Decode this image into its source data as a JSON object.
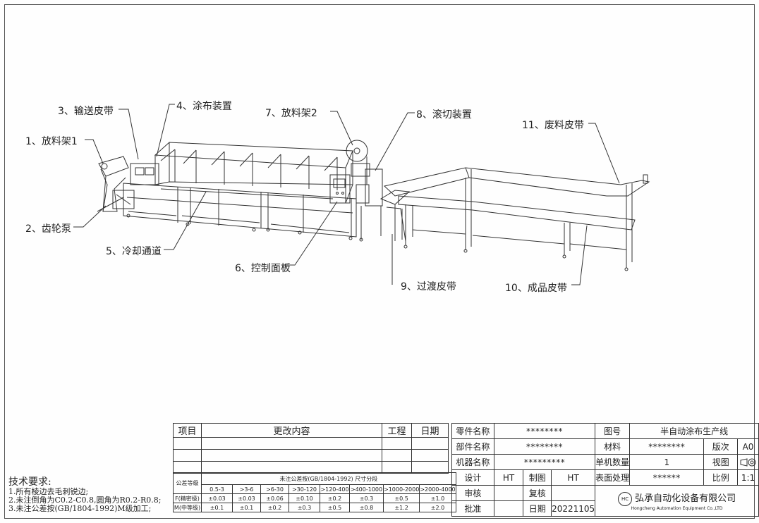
{
  "callouts": {
    "c1": "1、放料架1",
    "c2": "2、齿轮泵",
    "c3": "3、输送皮带",
    "c4": "4、涂布装置",
    "c5": "5、冷却通道",
    "c6": "6、控制面板",
    "c7": "7、放料架2",
    "c8": "8、滚切装置",
    "c9": "9、过渡皮带",
    "c10": "10、成品皮带",
    "c11": "11、废料皮带"
  },
  "tech": {
    "title": "技术要求:",
    "line1": "1.所有棱边去毛刺锐边;",
    "line2": "2.未注倒角为C0.2-C0.8,圆角为R0.2-R0.8;",
    "line3": "3.未注公差按(GB/1804-1992)M级加工;"
  },
  "revision": {
    "h_item": "项目",
    "h_change": "更改内容",
    "h_eng": "工程",
    "h_date": "日期"
  },
  "tolerance": {
    "grade_label": "公差等级",
    "header": "未注公差按(GB/1804-1992)    尺寸分段",
    "ranges": [
      "0.5-3",
      ">3-6",
      ">6-30",
      ">30-120",
      ">120-400",
      ">400-1000",
      ">1000-2000",
      ">2000-4000"
    ],
    "f_label": "F(精密级)",
    "f_values": [
      "±0.03",
      "±0.03",
      "±0.06",
      "±0.10",
      "±0.2",
      "±0.3",
      "±0.5",
      "±1.0"
    ],
    "m_label": "M(中等级)",
    "m_values": [
      "±0.1",
      "±0.1",
      "±0.2",
      "±0.3",
      "±0.5",
      "±0.8",
      "±1.2",
      "±2.0"
    ]
  },
  "title_block": {
    "part_name_label": "零件名称",
    "part_name": "********",
    "component_label": "部件名称",
    "component": "********",
    "machine_label": "机器名称",
    "machine": "*********",
    "design_label": "设计",
    "design": "HT",
    "draft_label": "制图",
    "draft": "HT",
    "review_label": "审核",
    "check_label": "复核",
    "approve_label": "批准",
    "date_label": "日期",
    "date": "20221105",
    "drawing_no_label": "图号",
    "drawing_no": "半自动涂布生产线",
    "material_label": "材料",
    "material": "********",
    "version_label": "版次",
    "version": "A0",
    "qty_label": "单机数量",
    "qty": "1",
    "view_label": "视图",
    "surface_label": "表面处理",
    "surface": "******",
    "scale_label": "比例",
    "scale": "1:1",
    "logo": "HC",
    "company": "弘承自动化设备有限公司",
    "company_en": "Hongcheng Automation Equipment Co.,LTD"
  }
}
